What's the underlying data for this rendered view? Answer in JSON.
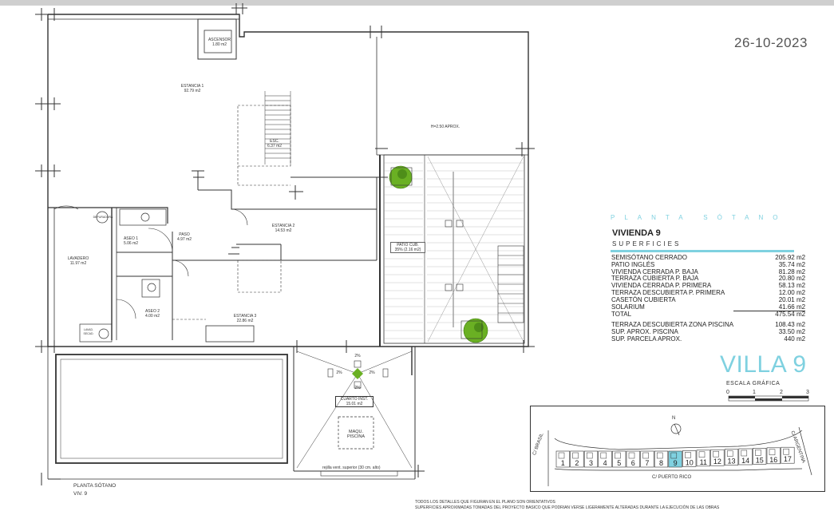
{
  "date": "26-10-2023",
  "plan": {
    "rooms": [
      {
        "id": "ascensor",
        "name": "ASCENSOR",
        "area": "1.80 m2"
      },
      {
        "id": "estancia1",
        "name": "ESTANCIA 1",
        "area": "92.79 m2"
      },
      {
        "id": "esc",
        "name": "ESC.",
        "area": "6.37 m2"
      },
      {
        "id": "h250",
        "name": "H=2.50 APROX.",
        "area": ""
      },
      {
        "id": "estancia2",
        "name": "ESTANCIA 2",
        "area": "14.53 m2"
      },
      {
        "id": "patio",
        "name": "PATIO CUB.",
        "area": "35% (2.16 m2)"
      },
      {
        "id": "aseo1",
        "name": "ASEO 1",
        "area": "5.06 m2"
      },
      {
        "id": "paso",
        "name": "PASO",
        "area": "4.97 m2"
      },
      {
        "id": "lavadero",
        "name": "LAVADERO",
        "area": "11.97 m2"
      },
      {
        "id": "aseo2",
        "name": "ASEO 2",
        "area": "4.00 m2"
      },
      {
        "id": "estancia3",
        "name": "ESTANCIA 3",
        "area": "22.86 m2"
      },
      {
        "id": "cuarto",
        "name": "CUARTO INST.",
        "area": "15.01 m2"
      },
      {
        "id": "maqu",
        "name": "MAQU.",
        "area": "PISCINA"
      },
      {
        "id": "depuradora",
        "name": "DEPURADORA",
        "area": ""
      },
      {
        "id": "lavado",
        "name": "LAVAD.",
        "area": "SECAD."
      }
    ],
    "slopes": [
      "2%",
      "2%",
      "2%",
      "2%"
    ],
    "rejilla": "rejilla vent. superior (30 cm. alto)",
    "caption_title": "PLANTA SÓTANO",
    "caption_sub": "VIV. 9",
    "note1": "TODOS LOS DETALLES QUE FIGURAN EN EL PLANO SON ORIENTATIVOS",
    "note2": "SUPERFICIES APROXIMADAS TOMADAS DEL PROYECTO BASICO QUE PODRIAN VERSE LIGERAMENTE ALTERADAS DURANTE LA EJECUCIÓN DE LAS OBRAS"
  },
  "info": {
    "header": "PLANTA SÓTANO",
    "vivienda": "VIVIENDA 9",
    "superficies": "SUPERFICIES",
    "rows": [
      {
        "label": "SEMISÓTANO CERRADO",
        "value": "205.92 m2"
      },
      {
        "label": "PATIO INGLÉS",
        "value": "35.74 m2"
      },
      {
        "label": "VIVIENDA CERRADA P. BAJA",
        "value": "81.28 m2"
      },
      {
        "label": "TERRAZA CUBIERTA P. BAJA",
        "value": "20.80 m2"
      },
      {
        "label": "VIVIENDA CERRADA P. PRIMERA",
        "value": "58.13 m2"
      },
      {
        "label": "TERRAZA DESCUBIERTA P. PRIMERA",
        "value": "12.00 m2"
      },
      {
        "label": "CASETÓN CUBIERTA",
        "value": "20.01 m2"
      },
      {
        "label": "SOLARIUM",
        "value": "41.66 m2"
      },
      {
        "label": "TOTAL",
        "value": "475.54 m2"
      }
    ],
    "extra_rows": [
      {
        "label": "TERRAZA DESCUBIERTA ZONA PISCINA",
        "value": "108.43 m2"
      },
      {
        "label": "SUP. APROX. PISCINA",
        "value": "33.50 m2"
      },
      {
        "label": "SUP. PARCELA APROX.",
        "value": "440 m2"
      }
    ],
    "villa": "VILLA 9",
    "escala": "ESCALA GRÁFICA",
    "scale_ticks": [
      "0",
      "1",
      "2",
      "3"
    ]
  },
  "site": {
    "north": "N",
    "streets": {
      "left": "C/ BRASIL",
      "right": "C/ ARGENTINA",
      "bottom": "C/ PUERTO RICO"
    },
    "lots": [
      "1",
      "2",
      "3",
      "4",
      "5",
      "6",
      "7",
      "8",
      "9",
      "10",
      "11",
      "12",
      "13",
      "14",
      "15",
      "16",
      "17"
    ],
    "highlight": "9",
    "colors": {
      "highlight": "#7fd1e0",
      "accent": "#7fd1e0",
      "tree": "#6ab023"
    }
  }
}
